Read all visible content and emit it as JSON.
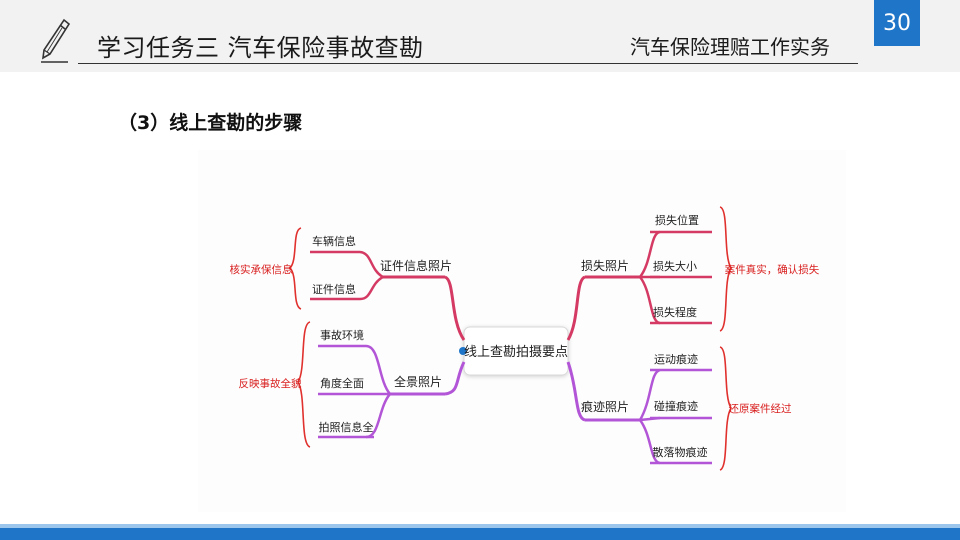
{
  "header": {
    "title": "学习任务三 汽车保险事故查勘",
    "course": "汽车保险理赔工作实务",
    "page_number": "30"
  },
  "section": {
    "heading": "（3）线上查勘的步骤"
  },
  "diagram": {
    "center": "线上查勘拍摄要点",
    "branches": {
      "doc": {
        "label": "证件信息照片",
        "children": [
          "车辆信息",
          "证件信息"
        ],
        "note": "核实承保信息"
      },
      "scene": {
        "label": "全景照片",
        "children": [
          "事故环境",
          "角度全面",
          "拍照信息全"
        ],
        "note": "反映事故全貌"
      },
      "loss": {
        "label": "损失照片",
        "children": [
          "损失位置",
          "损失大小",
          "损失程度"
        ],
        "note": "案件真实，确认损失"
      },
      "trace": {
        "label": "痕迹照片",
        "children": [
          "运动痕迹",
          "碰撞痕迹",
          "散落物痕迹"
        ],
        "note": "还原案件经过"
      }
    }
  },
  "colors": {
    "accent_blue": "#1f76c9",
    "branch_red": "#d43a63",
    "branch_purple": "#b255d6",
    "brace_red": "#e0312e",
    "note_red": "#d92020"
  }
}
